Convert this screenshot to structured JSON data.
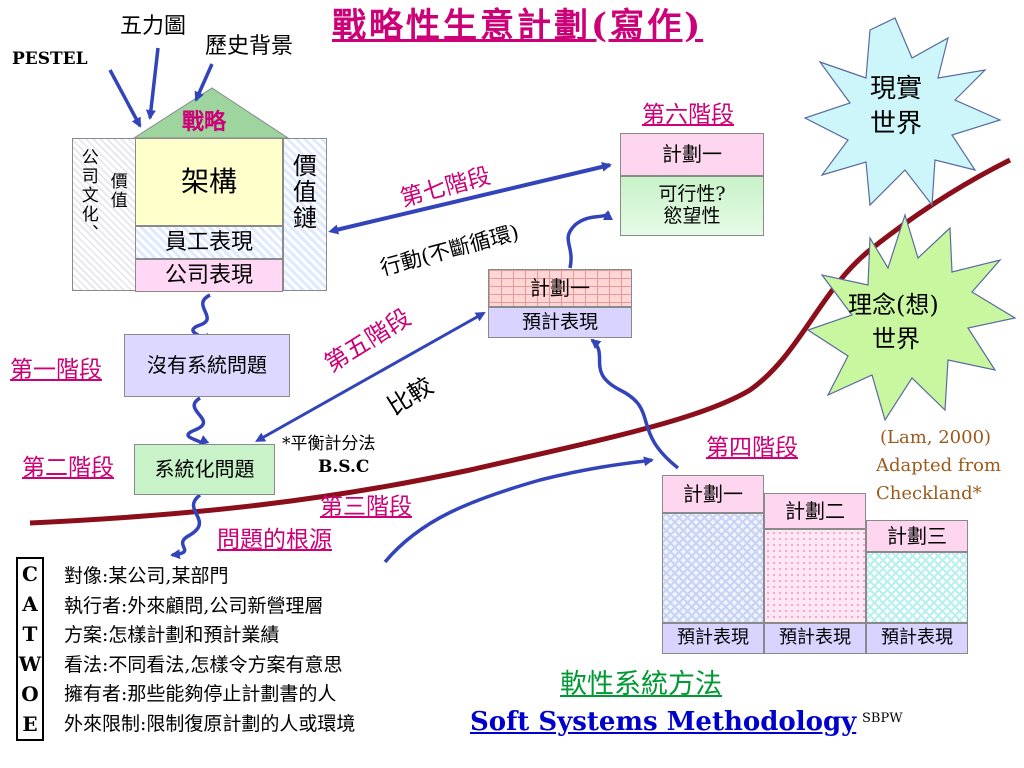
{
  "title": "戰略性生意計劃(寫作)",
  "top_labels": {
    "five_forces": "五力圖",
    "history": "歷史背景",
    "pestel": "PESTEL"
  },
  "house": {
    "roof": "戰略",
    "culture": "公司文化、",
    "culture_value": "價值",
    "structure": "架構",
    "value_chain": "價值鏈",
    "staff_perf": "員工表現",
    "company_perf": "公司表現"
  },
  "stage1": {
    "label": "第一階段",
    "box": "沒有系統問題"
  },
  "stage2": {
    "label": "第二階段",
    "box": "系統化問題"
  },
  "bsc": {
    "line1": "*平衡計分法",
    "line2": "B.S.C"
  },
  "stage3": {
    "label": "第三階段",
    "sub": "問題的根源"
  },
  "stage4": {
    "label": "第四階段",
    "plans": [
      "計劃一",
      "計劃二",
      "計劃三"
    ],
    "perf": [
      "預計表現",
      "預計表現",
      "預計表現"
    ]
  },
  "stage5": {
    "label": "第五階段",
    "compare": "比較",
    "plan": "計劃一",
    "perf": "預計表現"
  },
  "stage6": {
    "label": "第六階段",
    "plan": "計劃一",
    "feasible_line1": "可行性?",
    "feasible_line2": "慾望性"
  },
  "stage7": {
    "label": "第七階段",
    "action": "行動(不斷循環)"
  },
  "real_world": {
    "line1": "現實",
    "line2": "世界"
  },
  "idea_world": {
    "line1": "理念(想)",
    "line2": "世界"
  },
  "citation": {
    "line1": "(Lam, 2000)",
    "line2": "Adapted from",
    "line3": "Checkland*"
  },
  "catwoe": {
    "letters": [
      "C",
      "A",
      "T",
      "W",
      "O",
      "E"
    ],
    "items": [
      "對像:某公司,某部門",
      "執行者:外來顧問,公司新營理層",
      "方案:怎樣計劃和預計業績",
      "看法:不同看法,怎樣令方案有意思",
      "擁有者:那些能夠停止計劃書的人",
      "外來限制:限制復原計劃的人或環境"
    ]
  },
  "footer": {
    "chinese": "軟性系統方法",
    "english": "Soft Systems Methodology",
    "tag": "SBPW"
  },
  "colors": {
    "accent_magenta": "#cc0077",
    "title_green": "#009933",
    "title_blue": "#0000cc",
    "arrow_blue": "#3344bb",
    "curve_red": "#8b0f1a",
    "roof_green": "#9ed49e"
  }
}
